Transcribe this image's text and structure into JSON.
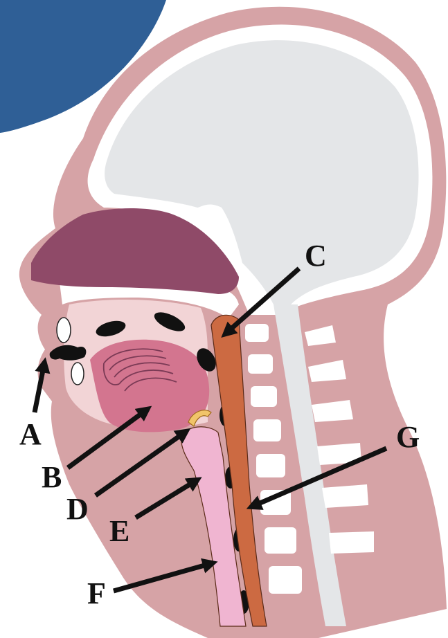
{
  "labels": {
    "a": "A",
    "b": "B",
    "c": "C",
    "d": "D",
    "e": "E",
    "f": "F",
    "g": "G"
  },
  "colors": {
    "background": "#ffffff",
    "corner_blue": "#2f5f96",
    "skin": "#d6a3a6",
    "skin_dark": "#c58d91",
    "brain": "#e4e6e8",
    "palate": "#8f4a68",
    "tongue": "#d3758f",
    "tongue_lines": "#7a3a55",
    "esophagus": "#cc6a42",
    "trachea": "#f0b5d1",
    "epiglottis": "#f1c46a",
    "bone": "#ffffff",
    "arrow": "#111111"
  }
}
